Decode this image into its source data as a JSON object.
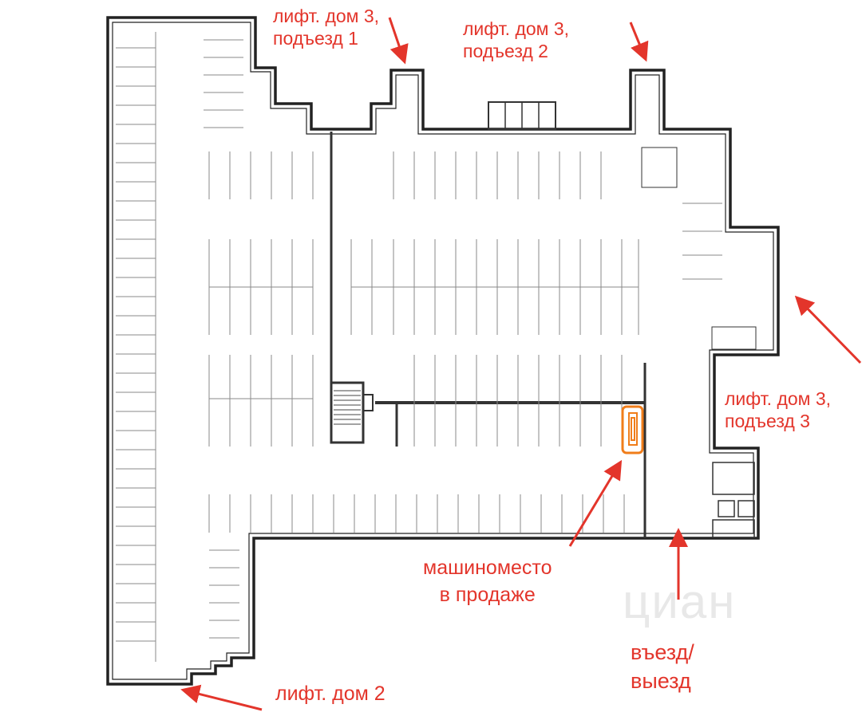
{
  "colors": {
    "annotation": "#e3352b",
    "highlight": "#f07d1a",
    "wall": "#222222",
    "line": "#777777"
  },
  "labels": {
    "lift_3_1": {
      "line1": "лифт. дом 3,",
      "line2": "подъезд 1"
    },
    "lift_3_2": {
      "line1": "лифт. дом 3,",
      "line2": "подъезд 2"
    },
    "lift_3_3": {
      "line1": "лифт. дом 3,",
      "line2": "подъезд 3"
    },
    "spot_for_sale": {
      "line1": "машиноместо",
      "line2": "в продаже"
    },
    "lift_2": "лифт. дом 2",
    "entry_exit": {
      "line1": "въезд/",
      "line2": "выезд"
    }
  },
  "watermark": "циан"
}
